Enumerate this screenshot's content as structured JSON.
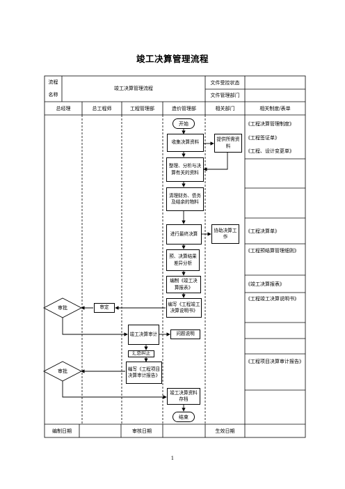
{
  "title": "竣工决算管理流程",
  "header": {
    "process_label_1": "流程",
    "process_label_2": "名称",
    "process_name": "竣工决算管理流程",
    "doc_status": "文件受控状态",
    "doc_dept": "文件管理部门"
  },
  "columns": [
    "总经理",
    "总工程师",
    "工程管理部",
    "造价管理部",
    "相关部门",
    "相关制度/表单"
  ],
  "flow": {
    "start": "开始",
    "collect": "收集决算资料",
    "provide": "提供所需资料",
    "organize": "整理、分析与决算有关的资料",
    "clear": "清理财务、债务及结余的物料",
    "settle": "进行最终决算",
    "assist": "协助决算工作",
    "diff": "预、决算结果差异分析",
    "make_table": "编制《竣工决算报表》",
    "write_manual": "编写《工程竣工决算说明书》",
    "approve_gm_1": "审批",
    "review_ce": "审定",
    "audit": "竣工决算审计",
    "explain": "问题说明",
    "summary": "汇总纠正",
    "audit_report": "编写《工程项目决算审计报告》",
    "approve_gm_2": "审批",
    "archive": "竣工决算资料存档",
    "end": "结束"
  },
  "forms": [
    "《工程决算管理制度》",
    "《工程签证单》",
    "《工程、设计变更单》",
    "《工程决算单》",
    "《工程预结算管理细则》",
    "《竣工决算报表》",
    "《工程竣工决算说明书》",
    "《工程项目决算审计报告》"
  ],
  "footer": {
    "made_date": "编制日期",
    "review_date": "审核日期",
    "effective_date": "生效日期"
  },
  "page_number": "1"
}
